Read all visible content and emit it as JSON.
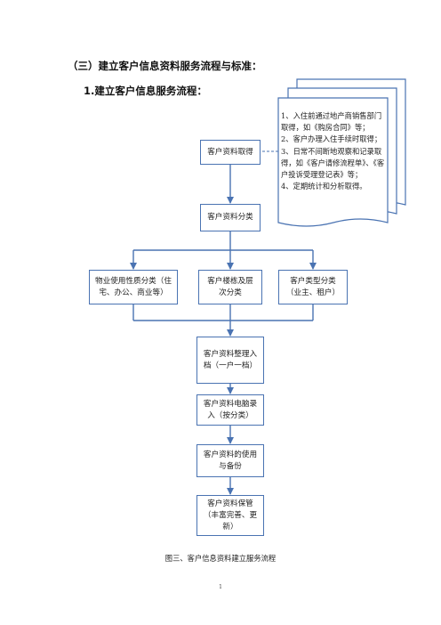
{
  "headings": {
    "section": "（三）建立客户信息资料服务流程与标准：",
    "subsection": "1.建立客户信息服务流程："
  },
  "note": {
    "lines": [
      "1、入住前通过地产商销售部门取得，如《购房合同》等；",
      "2、客户办理入住手续时取得；",
      "3、日常不间断地观察和记录取得，如《客户请修流程单》、《客户投诉受理登记表》等；",
      "4、定期统计和分析取得。"
    ]
  },
  "nodes": {
    "acquire": "客户资料取得",
    "classify": "客户资料分类",
    "by_usage": "物业使用性质分类（住宅、办公、商业等）",
    "by_building": "客户楼栋及层次分类",
    "by_type": "客户类型分类（业主、租户）",
    "archive": "客户资料整理入档（一户一档）",
    "computer": "客户资料电脑录入（按分类）",
    "use_backup": "客户资料的使用与备份",
    "storage": "客户资料保管（丰富完善、更新）"
  },
  "caption": "图三、客户信息资料建立服务流程",
  "page_number": "1",
  "colors": {
    "line": "#4a73b2",
    "text": "#222222"
  }
}
